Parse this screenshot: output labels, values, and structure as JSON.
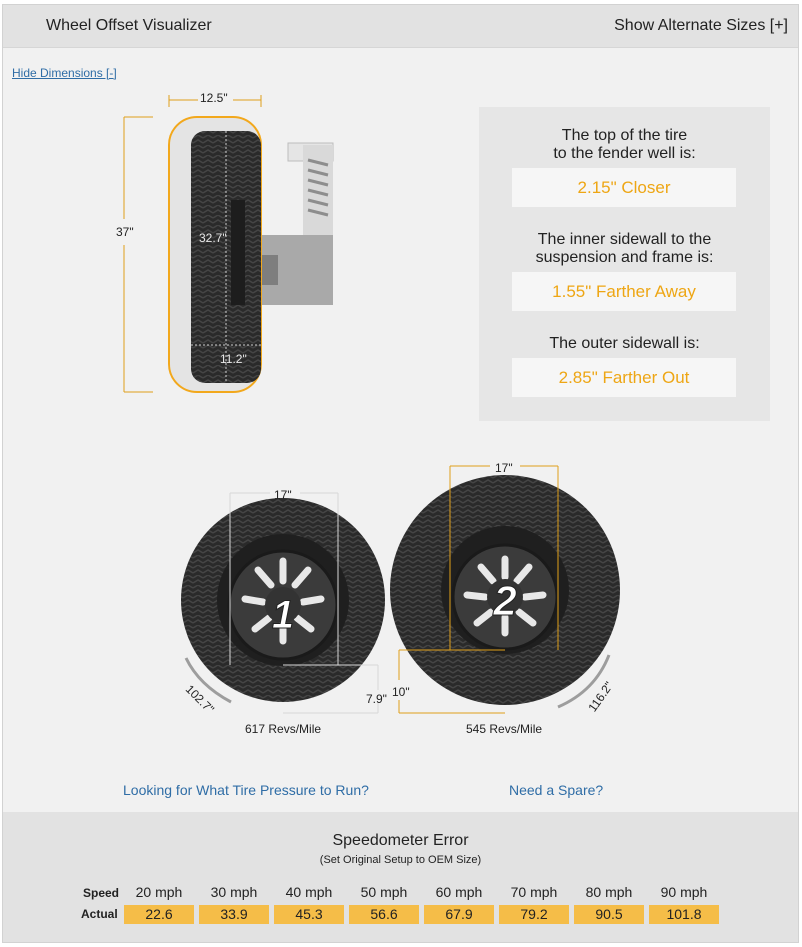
{
  "header": {
    "title": "Wheel Offset Visualizer",
    "alt_sizes_link": "Show Alternate Sizes [+]"
  },
  "hide_dimensions_link": "Hide Dimensions [-]",
  "side_view": {
    "width_label": "12.5\"",
    "height_label": "37\"",
    "wheel_diameter_label": "32.7\"",
    "sidewall_label": "11.2\""
  },
  "info": {
    "top_label_line1": "The top of the tire",
    "top_label_line2": "to the fender well is:",
    "top_value": "2.15\" Closer",
    "inner_label_line1": "The inner sidewall to the",
    "inner_label_line2": "suspension and frame is:",
    "inner_value": "1.55\" Farther Away",
    "outer_label": "The outer sidewall is:",
    "outer_value": "2.85\" Farther Out"
  },
  "tire1": {
    "number": "1",
    "rim_label": "17\"",
    "circumference_label": "102.7\"",
    "sidewall_label": "7.9\"",
    "revs": "617 Revs/Mile"
  },
  "tire2": {
    "number": "2",
    "rim_label": "17\"",
    "circumference_label": "116.2\"",
    "sidewall_label": "10\"",
    "revs": "545 Revs/Mile"
  },
  "links": {
    "tire_pressure": "Looking for What Tire Pressure to Run?",
    "spare": "Need a Spare?"
  },
  "speedometer": {
    "title": "Speedometer Error",
    "subtitle": "(Set Original Setup to OEM Size)",
    "speed_label": "Speed",
    "actual_label": "Actual",
    "speeds": [
      "20 mph",
      "30 mph",
      "40 mph",
      "50 mph",
      "60 mph",
      "70 mph",
      "80 mph",
      "90 mph"
    ],
    "actuals": [
      "22.6",
      "33.9",
      "45.3",
      "56.6",
      "67.9",
      "79.2",
      "90.5",
      "101.8"
    ]
  },
  "colors": {
    "accent": "#eea614",
    "highlight_fill": "#f5bd48",
    "link": "#2f6da6"
  }
}
